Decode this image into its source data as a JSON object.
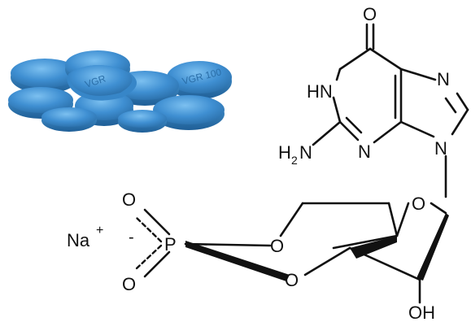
{
  "image": {
    "background": "#ffffff",
    "pill_color": "#3f8fd2",
    "pill_highlight": "#6fb4ea",
    "pill_shadow": "#2a6ea8",
    "pills": {
      "imprint_1": "VGR",
      "imprint_2": "VGR 100"
    }
  },
  "molecule": {
    "atoms": {
      "o_carbonyl": "O",
      "n7": "N",
      "n1": "HN",
      "n3": "N",
      "n9": "N",
      "amine_h": "H",
      "amine_sub": "2",
      "amine_n": "N",
      "o_ring": "O",
      "o5": "O",
      "o3": "O",
      "p": "P",
      "p_o_top": "O",
      "p_o_bottom": "O",
      "p_minus": "-",
      "oh": "OH"
    },
    "counterion": {
      "symbol": "Na",
      "charge": "+"
    }
  }
}
